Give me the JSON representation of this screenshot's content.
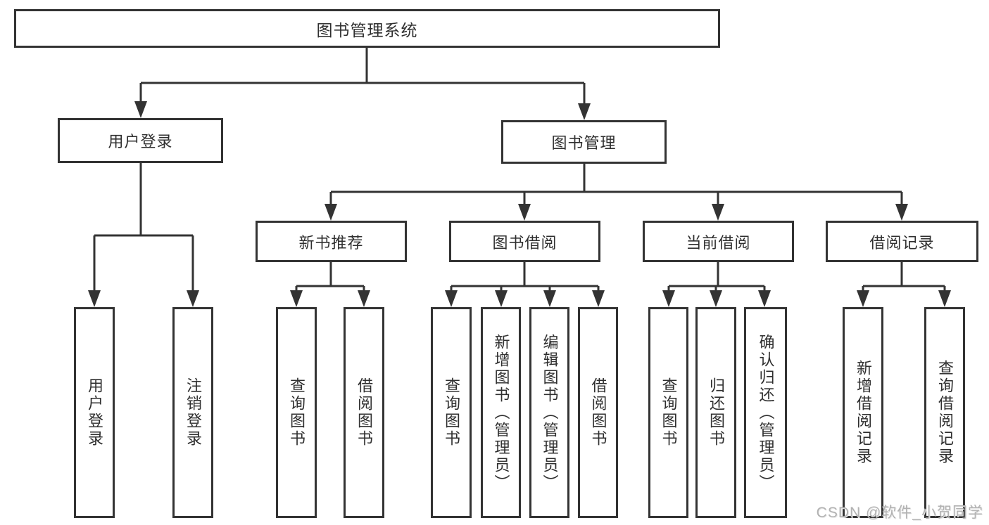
{
  "tree": {
    "root": "图书管理系统",
    "branches": [
      {
        "label": "用户登录",
        "children": [
          "用户登录",
          "注销登录"
        ]
      },
      {
        "label": "图书管理",
        "groups": [
          {
            "label": "新书推荐",
            "children": [
              "查询图书",
              "借阅图书"
            ]
          },
          {
            "label": "图书借阅",
            "children": [
              "查询图书",
              "新增图书（管理员）",
              "编辑图书（管理员）",
              "借阅图书"
            ]
          },
          {
            "label": "当前借阅",
            "children": [
              "查询图书",
              "归还图书",
              "确认归还（管理员）"
            ]
          },
          {
            "label": "借阅记录",
            "children": [
              "新增借阅记录",
              "查询借阅记录"
            ]
          }
        ]
      }
    ]
  },
  "watermark": "CSDN @软件_小贺同学",
  "colors": {
    "line": "#333333",
    "box_border": "#333333",
    "text": "#2f2f2f",
    "watermark": "#b2b2b2",
    "background": "#ffffff"
  }
}
